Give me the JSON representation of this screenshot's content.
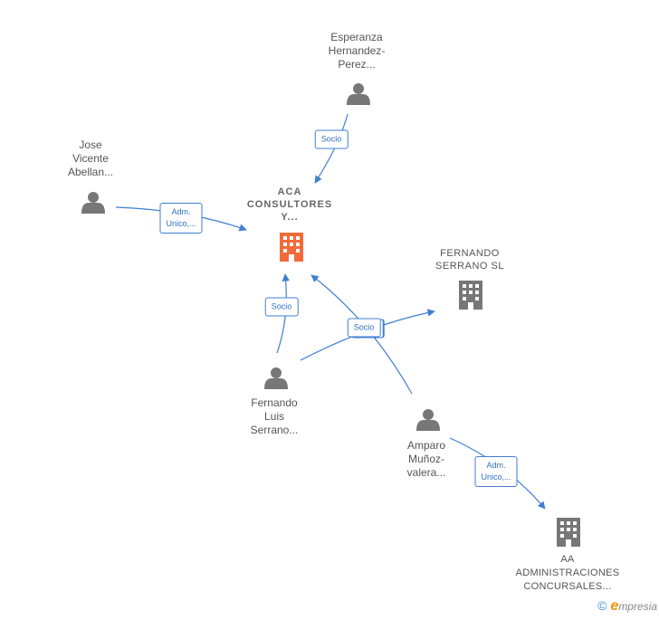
{
  "colors": {
    "edge": "#3f7fd1",
    "person": "#777777",
    "company_main": "#f26b3a",
    "company_other": "#777777",
    "brand_e": "#f39200"
  },
  "nodes": {
    "esperanza": {
      "label": "Esperanza\nHernandez-\nPerez...",
      "icon": "person-icon"
    },
    "jose": {
      "label": "Jose\nVicente\nAbellan...",
      "icon": "person-icon"
    },
    "aca": {
      "label": "ACA\nCONSULTORES\nY...",
      "icon": "building-icon"
    },
    "fernando_serrano_sl": {
      "label": "FERNANDO\nSERRANO  SL",
      "icon": "building-icon"
    },
    "fernando_luis": {
      "label": "Fernando\nLuis\nSerrano...",
      "icon": "person-icon"
    },
    "amparo": {
      "label": "Amparo\nMuñoz-\nvalera...",
      "icon": "person-icon"
    },
    "aa_admin": {
      "label": "AA\nADMINISTRACIONES\nCONCURSALES...",
      "icon": "building-icon"
    }
  },
  "relations": {
    "esperanza_aca": "Socio",
    "jose_aca": "Adm.\nUnico,...",
    "fernando_aca": "Socio",
    "fernando_sl": "Socio",
    "amparo_aa": "Adm.\nUnico,..."
  },
  "brand": {
    "copyright": "©",
    "e": "e",
    "rest": "mpresia"
  }
}
